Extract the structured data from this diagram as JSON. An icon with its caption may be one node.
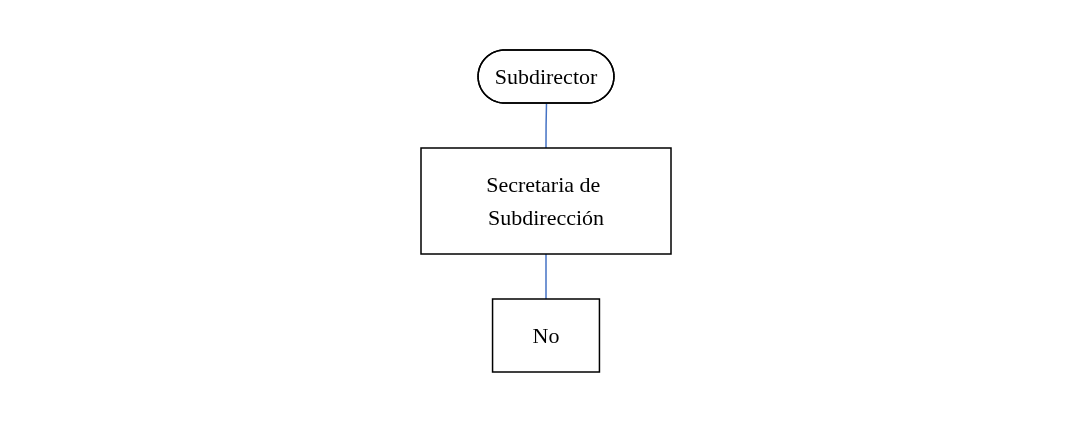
{
  "diagram": {
    "nodes": [
      {
        "text": [
          "Subdirector"
        ]
      },
      {
        "text": [
          "Secretaria de Subdirección"
        ]
      },
      {
        "text": [
          "No"
        ]
      }
    ],
    "edges": [
      {
        "from": 0,
        "to": 1,
        "arrow": "none"
      },
      {
        "from": 1,
        "to": 2,
        "arrow": "none"
      }
    ]
  }
}
